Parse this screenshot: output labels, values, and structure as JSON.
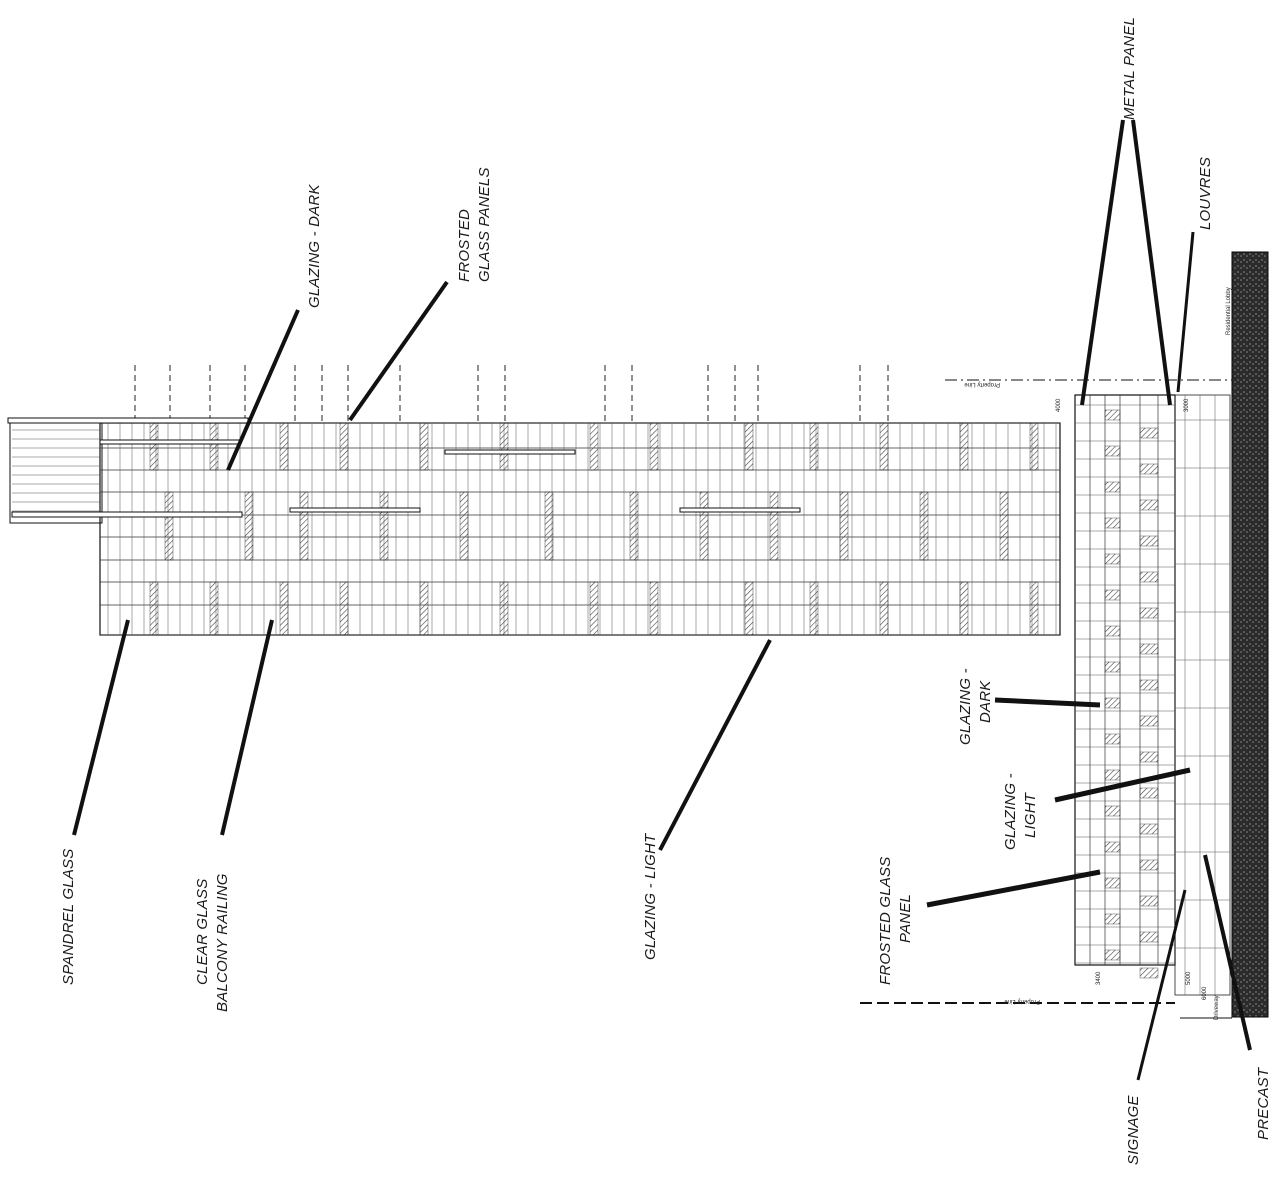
{
  "labels": {
    "metal_panel": "METAL PANEL",
    "louvres": "LOUVRES",
    "frosted_glass_panels_1": "FROSTED",
    "frosted_glass_panels_2": "GLASS PANELS",
    "glazing_dark_top": "GLAZING - DARK",
    "spandrel_glass": "SPANDREL GLASS",
    "clear_glass_1": "CLEAR GLASS",
    "clear_glass_2": "BALCONY RAILING",
    "glazing_light_tower": "GLAZING - LIGHT",
    "glazing_dark_pod_1": "GLAZING -",
    "glazing_dark_pod_2": "DARK",
    "glazing_light_pod_1": "GLAZING -",
    "glazing_light_pod_2": "LIGHT",
    "frosted_glass_panel_1": "FROSTED GLASS",
    "frosted_glass_panel_2": "PANEL",
    "signage": "SIGNAGE",
    "precast": "PRECAST"
  },
  "small_text": {
    "property_line_top": "Property Line",
    "property_line_bottom": "Property Line",
    "residential_lobby": "Residential Lobby",
    "driveway": "Driveway",
    "dim_4000": "4000",
    "dim_3000": "3000",
    "dim_3400": "3400",
    "dim_5000": "5000",
    "dim_6000": "6000"
  },
  "colors": {
    "line": "#111111",
    "hatch": "#555555",
    "ground": "#2a2a2a"
  }
}
